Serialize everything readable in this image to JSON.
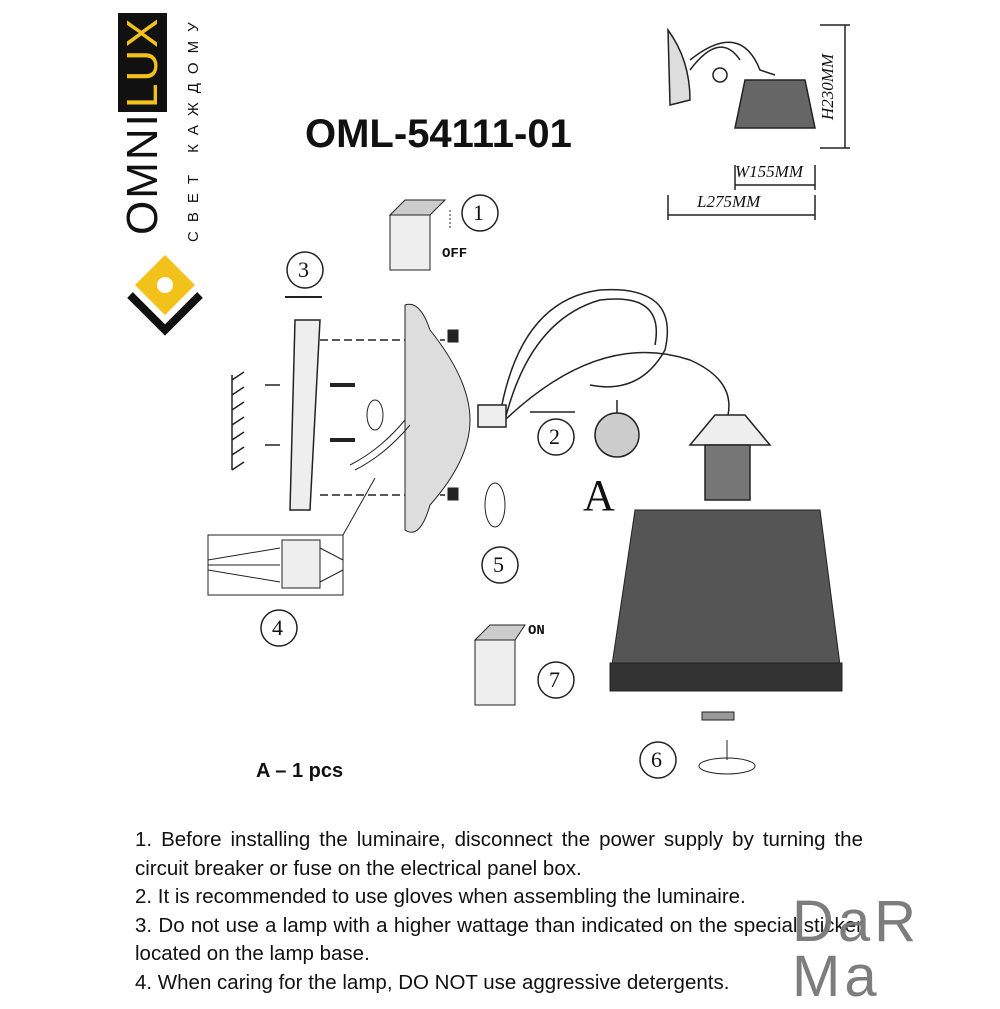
{
  "brand": {
    "name_part1": "OMNI",
    "name_part2": "LUX",
    "tagline": "СВЕТ КАЖДОМУ",
    "accent": "#f2c21b"
  },
  "title": "OML-54111-01",
  "dimensions": {
    "height": "H230MM",
    "width": "W155MM",
    "length": "L275MM"
  },
  "steps": {
    "s1": "1",
    "s2": "2",
    "s3": "3",
    "s4": "4",
    "s5": "5",
    "s6": "6",
    "s7": "7"
  },
  "switch_labels": {
    "off": "OFF",
    "on": "ON"
  },
  "part_letter": "A",
  "parts_count": "A – 1 pcs",
  "notes": [
    "1. Before installing the luminaire, disconnect the power supply by turning the circuit breaker or fuse on the electrical panel box.",
    "2. It is recommended to use gloves when assembling the luminaire.",
    "3. Do not use a lamp with a higher wattage than indicated on the special sticker located on the lamp base.",
    "4. When caring for the lamp, DO NOT use aggressive detergents."
  ],
  "watermark": {
    "line1": "DaR",
    "line2": "Ma"
  }
}
